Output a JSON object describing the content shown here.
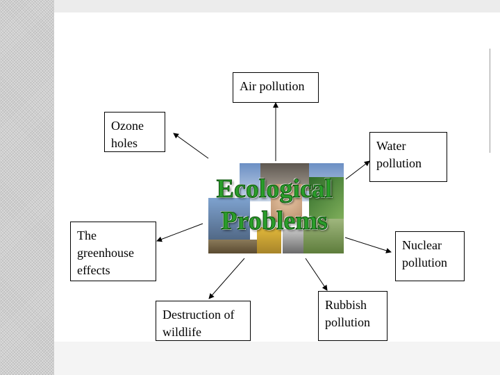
{
  "center": {
    "title_line1": "Ecological",
    "title_line2": "Problems"
  },
  "nodes": {
    "air": "Air pollution",
    "ozone": "Ozone\nholes",
    "water": "Water\npollution",
    "greenhouse": "The\ngreenhouse\neffects",
    "nuclear": "Nuclear\npollution",
    "wildlife": "Destruction of\nwildlife",
    "rubbish": "Rubbish\npollution"
  }
}
